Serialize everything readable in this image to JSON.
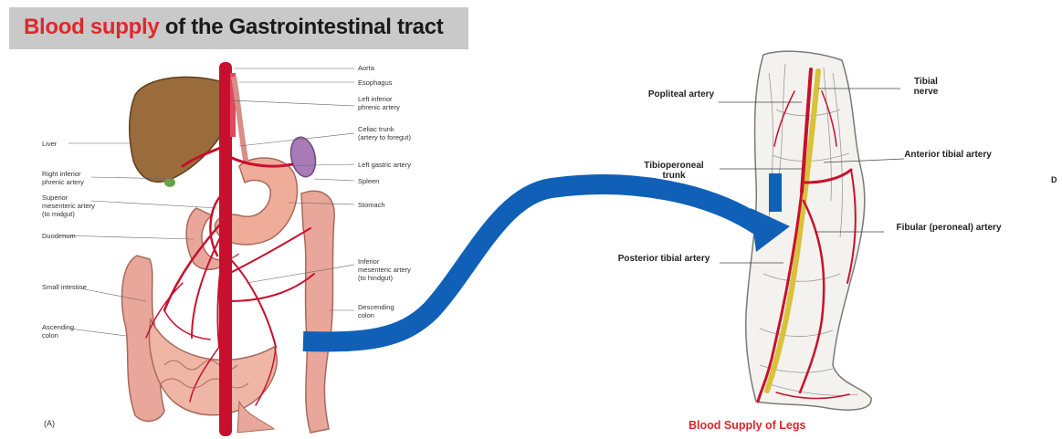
{
  "title": {
    "part1": "Blood supply",
    "part2": "of the Gastrointestinal tract"
  },
  "gi_labels": {
    "aorta": "Aorta",
    "esophagus": "Esophagus",
    "left_inferior_phrenic_artery": "Left inferior phrenic artery",
    "celiac_trunk": "Celiac trunk (artery to foregut)",
    "left_gastric_artery": "Left gastric artery",
    "spleen": "Spleen",
    "stomach": "Stomach",
    "inferior_mesenteric_artery": "Inferior mesenteric artery (to hindgut)",
    "descending_colon": "Descending colon",
    "liver": "Liver",
    "right_inferior_phrenic_artery": "Right inferior phrenic artery",
    "superior_mesenteric_artery": "Superior mesenteric artery (to midgut)",
    "duodenum": "Duodenum",
    "small_intestine": "Small intestine",
    "ascending_colon": "Ascending colon",
    "panel_letter": "(A)"
  },
  "leg_labels": {
    "popliteal_artery": "Popliteal artery",
    "tibial_nerve": "Tibial nerve",
    "tibioperoneal_trunk": "Tibioperoneal trunk",
    "anterior_tibial_artery": "Anterior tibial artery",
    "fibular_artery": "Fibular (peroneal) artery",
    "posterior_tibial_artery": "Posterior tibial artery"
  },
  "leg_caption": "Blood Supply of Legs",
  "edge_fragment": "D",
  "colors": {
    "title_red": "#e0282c",
    "title_bg": "#c9c9c9",
    "arrow_blue": "#1060b8",
    "artery_red": "#c8102e",
    "nerve_yellow": "#d8c23a",
    "liver_brown": "#9a6c3c",
    "intestine_pink": "#e8a79a",
    "spleen_purple": "#a87ab8"
  }
}
